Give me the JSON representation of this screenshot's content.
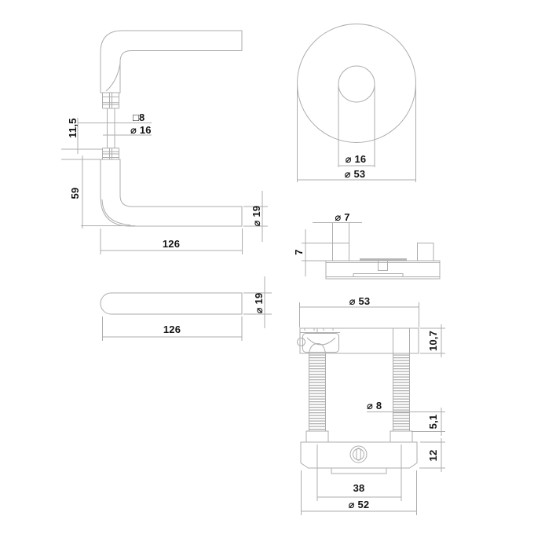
{
  "page": {
    "background": "#ffffff",
    "line_color": "#adadad",
    "text_color": "#141414"
  },
  "views": {
    "handle_pair_side": {
      "dims": {
        "spindle_square": "□8",
        "neck_diameter": "⌀ 16",
        "neck_length": "11,5",
        "handle_height": "59",
        "grip_diameter": "⌀ 19",
        "handle_length": "126"
      }
    },
    "rose_front": {
      "dims": {
        "bore_diameter": "⌀ 16",
        "rose_diameter": "⌀ 53"
      }
    },
    "rose_side": {
      "dims": {
        "pin_diameter": "⌀ 7",
        "pin_height": "7"
      }
    },
    "handle_top": {
      "dims": {
        "grip_diameter": "⌀ 19",
        "handle_length": "126"
      }
    },
    "assembly": {
      "dims": {
        "rose_diameter": "⌀ 53",
        "rose_height": "10,7",
        "bolt_diameter": "⌀ 8",
        "bolt_tip_length": "5,1",
        "base_height": "12",
        "bolt_spacing": "38",
        "base_diameter": "⌀ 52"
      }
    }
  }
}
